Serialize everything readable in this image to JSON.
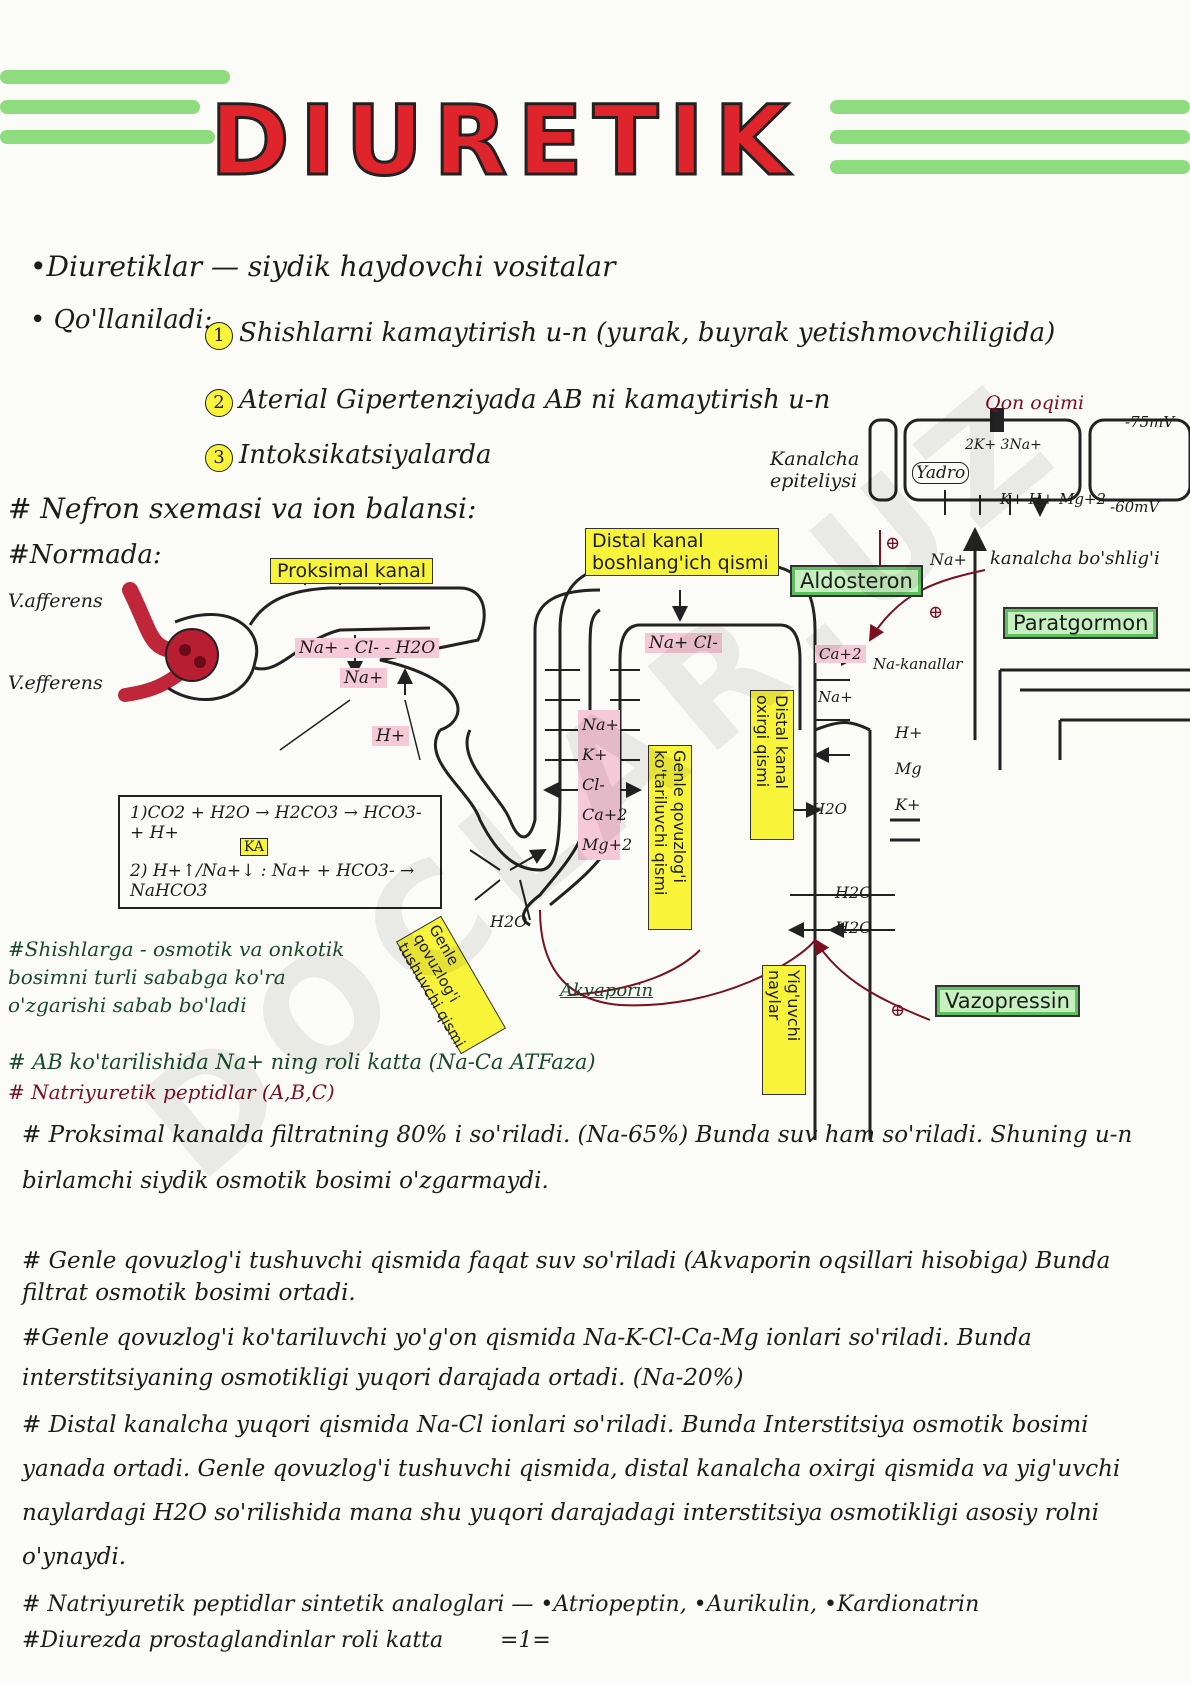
{
  "title": "DIURETIK",
  "intro": {
    "line1": "•Diuretiklar — siydik haydovchi vositalar",
    "line2_label": "• Qo'llaniladi:",
    "uses": [
      {
        "n": "1",
        "text": "Shishlarni kamaytirish u-n (yurak, buyrak yetishmovchiligida)"
      },
      {
        "n": "2",
        "text": "Aterial Gipertenziyada AB ni kamaytirish u-n"
      },
      {
        "n": "3",
        "text": "Intoksikatsiyalarda"
      }
    ]
  },
  "headings": {
    "nefron": "# Nefron sxemasi va ion balansi:",
    "normada": "#Normada:"
  },
  "diagram": {
    "v_afferens": "V.afferens",
    "v_efferens": "V.efferens",
    "proksimal_kanal": "Proksimal kanal",
    "distal_boshlangich": "Distal kanal boshlang'ich qismi",
    "aldosteron": "Aldosteron",
    "paratgormon": "Paratgormon",
    "vazopressin": "Vazopressin",
    "qon_oqimi": "Qon oqimi",
    "kanalcha_epiteliysi": "Kanalcha epiteliysi",
    "yadro": "Yadro",
    "kanalcha_boshligi": "kanalcha bo'shlig'i",
    "mv_75": "-75mV",
    "mv_60": "-60mV",
    "pump": "2K+ 3Na+",
    "khmg": "K+ H+ Mg+2",
    "na_out": "Na+",
    "prox_ions": "Na+ - Cl- - H2O",
    "prox_na": "Na+",
    "prox_h": "H+",
    "distal_na_cl": "Na+ Cl-",
    "genle_ions": [
      "Na+",
      "K+",
      "Cl-",
      "Ca+2",
      "Mg+2"
    ],
    "ca2": "Ca+2",
    "na_kanallar": "Na-kanallar",
    "distal_na": "Na+",
    "distal_right_ions": [
      "H+",
      "Mg",
      "K+"
    ],
    "h2o": "H2O",
    "genle_kotariluvchi": "Genle qovuzlog'i ko'tariluvchi qismi",
    "distal_oxirgi": "Distal kanal oxirgi qismi",
    "genle_tushuvchi": "Genle qovuzlog'i tushuvchi qismi",
    "yiguvchi": "Yig'uvchi naylar",
    "akvaporin": "Akvaporin",
    "eq1": "1)CO2 + H2O → H2CO3 → HCO3- + H+",
    "ka": "KA",
    "eq2": "2) H+↑/Na+↓ : Na+ + HCO3- → NaHCO3",
    "plus": "⊕"
  },
  "notes": [
    "#Shishlarga - osmotik va onkotik bosimni turli sababga ko'ra o'zgarishi sabab bo'ladi",
    "# AB ko'tarilishida Na+ ning roli katta (Na-Ca ATFaza)",
    "# Natriyuretik peptidlar (A,B,C)",
    "# Proksimal kanalda filtratning 80% i so'riladi. (Na-65%) Bunda suv ham so'riladi. Shuning u-n birlamchi siydik osmotik bosimi o'zgarmaydi.",
    "# Genle qovuzlog'i tushuvchi qismida faqat suv so'riladi (Akvaporin oqsillari hisobiga) Bunda filtrat osmotik bosimi ortadi.",
    "#Genle qovuzlog'i ko'tariluvchi yo'g'on qismida Na-K-Cl-Ca-Mg ionlari so'riladi. Bunda interstitsiyaning osmotikligi yuqori darajada ortadi. (Na-20%)",
    "# Distal kanalcha yuqori qismida Na-Cl ionlari so'riladi. Bunda Interstitsiya osmotik bosimi yanada ortadi. Genle qovuzlog'i tushuvchi qismida, distal kanalcha oxirgi qismida va yig'uvchi naylardagi H2O so'rilishida mana shu yuqori darajadagi interstitsiya osmotikligi asosiy rolni o'ynaydi.",
    "# Natriyuretik peptidlar sintetik analoglari — •Atriopeptin, •Aurikulin, •Kardionatrin",
    "#Diurezda prostaglandinlar roli katta",
    "=1="
  ],
  "watermark": "DOCLAR.UZ",
  "colors": {
    "title_red": "#e0242c",
    "stripe_green": "#8fdc7e",
    "highlight_yellow": "#f8f43a",
    "hormone_green": "#c7f0c0",
    "ion_pink": "#f6c9d8",
    "maroon": "#7a1020"
  }
}
